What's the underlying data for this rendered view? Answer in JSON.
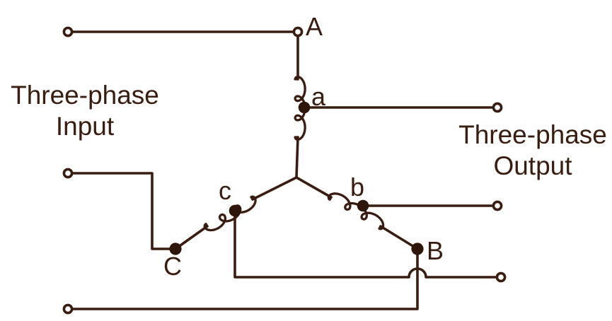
{
  "labels": {
    "input": {
      "line1": "Three-phase",
      "line2": "Input"
    },
    "output": {
      "line1": "Three-phase",
      "line2": "Output"
    }
  },
  "nodes": {
    "A": "A",
    "a": "a",
    "b": "b",
    "c": "c",
    "B": "B",
    "C": "C"
  },
  "colors": {
    "wire": "#3a1d10",
    "dot": "#2e160a",
    "background": "#ffffff"
  }
}
